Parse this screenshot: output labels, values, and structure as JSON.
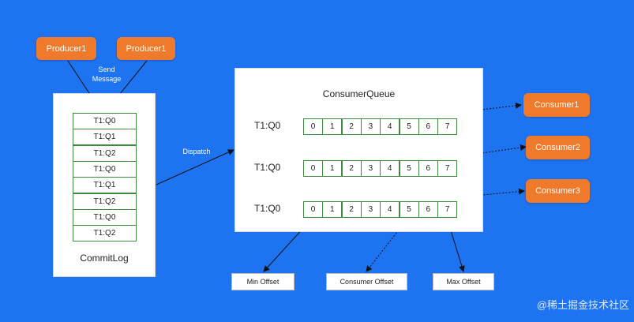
{
  "producers": [
    "Producer1",
    "Producer1"
  ],
  "send_label": [
    "Send",
    "Message"
  ],
  "dispatch_label": "Dispatch",
  "commitlog": {
    "title": "CommitLog",
    "entries": [
      "T1:Q0",
      "T1:Q1",
      "T1:Q2",
      "T1:Q0",
      "T1:Q1",
      "T1:Q2",
      "T1:Q0",
      "T1:Q2"
    ]
  },
  "consumer_queue": {
    "title": "ConsumerQueue",
    "rows": [
      {
        "label": "T1:Q0",
        "cells": [
          "0",
          "1",
          "2",
          "3",
          "4",
          "5",
          "6",
          "7"
        ]
      },
      {
        "label": "T1:Q0",
        "cells": [
          "0",
          "1",
          "2",
          "3",
          "4",
          "5",
          "6",
          "7"
        ]
      },
      {
        "label": "T1:Q0",
        "cells": [
          "0",
          "1",
          "2",
          "3",
          "4",
          "5",
          "6",
          "7"
        ]
      }
    ]
  },
  "consumers": [
    "Consumer1",
    "Consumer2",
    "Consumer3"
  ],
  "offsets": [
    "Min Offset",
    "Consumer Offset",
    "Max Offset"
  ],
  "watermark": "@稀土掘金技术社区",
  "colors": {
    "background": "#1e73f0",
    "accent": "#f07a2c",
    "cell_border": "#3e8a3e"
  }
}
